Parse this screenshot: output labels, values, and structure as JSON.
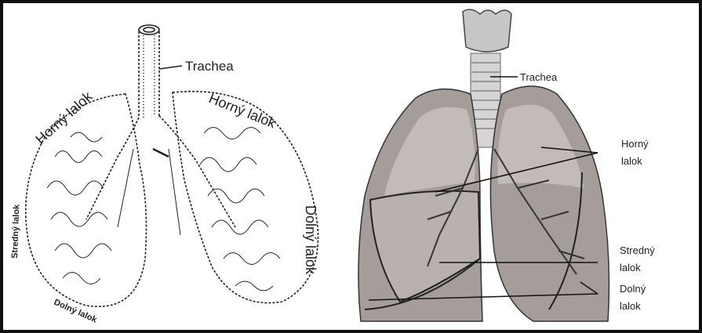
{
  "left_diagram": {
    "trachea_label": "Trachea",
    "upper_lobe_left_label": "Horný lalok",
    "upper_lobe_right_label": "Horný lalok",
    "middle_lobe_label": "Stredný lalok",
    "lower_lobe_left_label": "Dolný lalok",
    "lower_lobe_right_label": "Dolný lalok"
  },
  "right_diagram": {
    "trachea_label": "Trachea",
    "upper_lobe_label_line1": "Horný",
    "upper_lobe_label_line2": "lalok",
    "middle_lobe_label_line1": "Stredný",
    "middle_lobe_label_line2": "lalok",
    "lower_lobe_label_line1": "Dolný",
    "lower_lobe_label_line2": "lalok"
  },
  "colors": {
    "border": "#111111",
    "lung_fill": "#a49d99",
    "lung_light": "#cfcac6",
    "lung_dark": "#5b5552",
    "line": "#1a1a1a"
  }
}
